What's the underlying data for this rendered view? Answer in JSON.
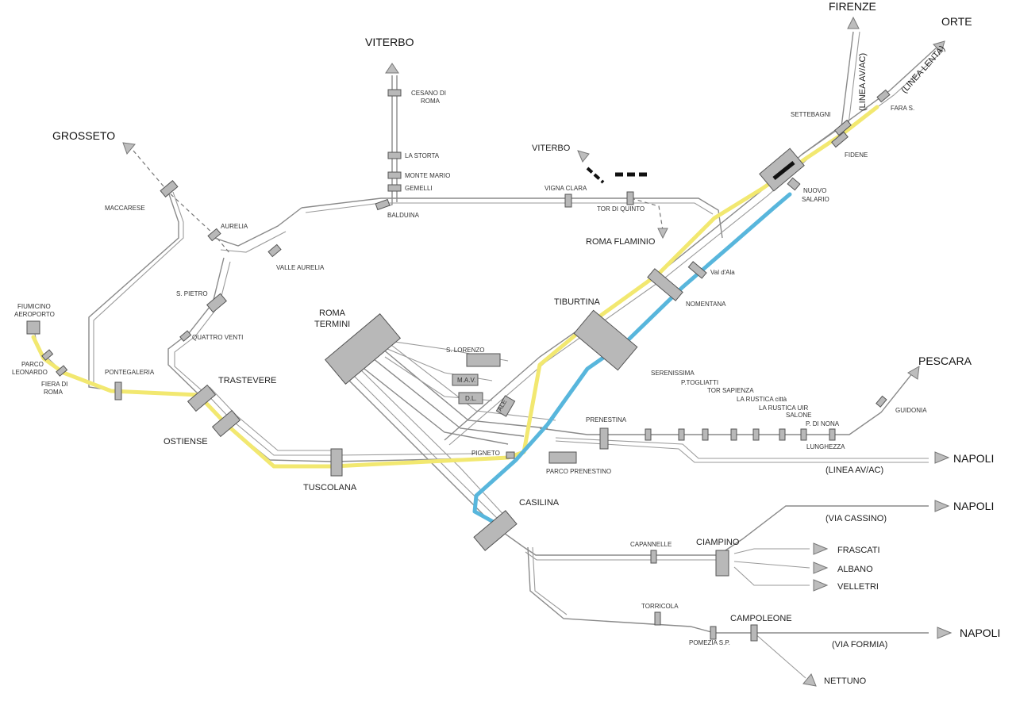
{
  "colors": {
    "line_yellow": "#f2e870",
    "line_blue": "#58b6dc",
    "track": "#8a8a8a",
    "station": "#b8b8b8"
  },
  "icons": {
    "direction": "arrow-icon",
    "station": "station-block-icon"
  },
  "destinations": {
    "firenze": "FIRENZE",
    "orte": "ORTE",
    "viterbo_top": "VITERBO",
    "grosseto": "GROSSETO",
    "viterbo_mid": "VITERBO",
    "roma_flaminio": "ROMA FLAMINIO",
    "pescara": "PESCARA",
    "napoli_1": "NAPOLI",
    "napoli_2": "NAPOLI",
    "napoli_3": "NAPOLI",
    "frascati": "FRASCATI",
    "albano": "ALBANO",
    "velletri": "VELLETRI",
    "nettuno": "NETTUNO"
  },
  "line_notes": {
    "linea_av_ac_top": "(LINEA AV/AC)",
    "linea_lenta": "(LINEA LENTA)",
    "linea_av_ac_bottom": "(LINEA AV/AC)",
    "via_cassino": "(VIA CASSINO)",
    "via_formia": "(VIA FORMIA)"
  },
  "major_stations": {
    "roma_termini_1": "ROMA",
    "roma_termini_2": "TERMINI",
    "tiburtina": "TIBURTINA",
    "trastevere": "TRASTEVERE",
    "ostiense": "OSTIENSE",
    "tuscolana": "TUSCOLANA",
    "casilina": "CASILINA",
    "ciampino": "CIAMPINO",
    "campoleone": "CAMPOLEONE"
  },
  "minor_stations": {
    "cesano_1": "CESANO DI",
    "cesano_2": "ROMA",
    "la_storta": "LA STORTA",
    "monte_mario": "MONTE MARIO",
    "gemelli": "GEMELLI",
    "balduina": "BALDUINA",
    "vigna_clara": "VIGNA CLARA",
    "tor_di_quinto": "TOR DI QUINTO",
    "maccarese": "MACCARESE",
    "aurelia": "AURELIA",
    "valle_aurelia": "VALLE AURELIA",
    "s_pietro": "S. PIETRO",
    "quattro_venti": "QUATTRO VENTI",
    "fiumicino_1": "FIUMICINO",
    "fiumicino_2": "AEROPORTO",
    "parco_leonardo_1": "PARCO",
    "parco_leonardo_2": "LEONARDO",
    "fiera_1": "FIERA DI",
    "fiera_2": "ROMA",
    "pontegaleria": "PONTEGALERIA",
    "settebagni": "SETTEBAGNI",
    "fara_s": "FARA S.",
    "fidene": "FIDENE",
    "nuovo_salario_1": "NUOVO",
    "nuovo_salario_2": "SALARIO",
    "val_d_ala": "Val d'Ala",
    "nomentana": "NOMENTANA",
    "s_lorenzo": "S. LORENZO",
    "mav": "M.A.V.",
    "dl": "D.L.",
    "ale": "ALE",
    "prenestina": "PRENESTINA",
    "pigneto": "PIGNETO",
    "parco_prenestino": "PARCO PRENESTINO",
    "serenissima": "SERENISSIMA",
    "p_togliatti": "P.TOGLIATTI",
    "tor_sapienza": "TOR SAPIENZA",
    "la_rustica_citta": "LA RUSTICA città",
    "la_rustica_uir": "LA RUSTICA UIR",
    "salone": "SALONE",
    "p_di_nona": "P. DI NONA",
    "lunghezza": "LUNGHEZZA",
    "guidonia": "GUIDONIA",
    "capannelle": "CAPANNELLE",
    "torricola": "TORRICOLA",
    "pomezia": "POMEZIA S.P."
  }
}
